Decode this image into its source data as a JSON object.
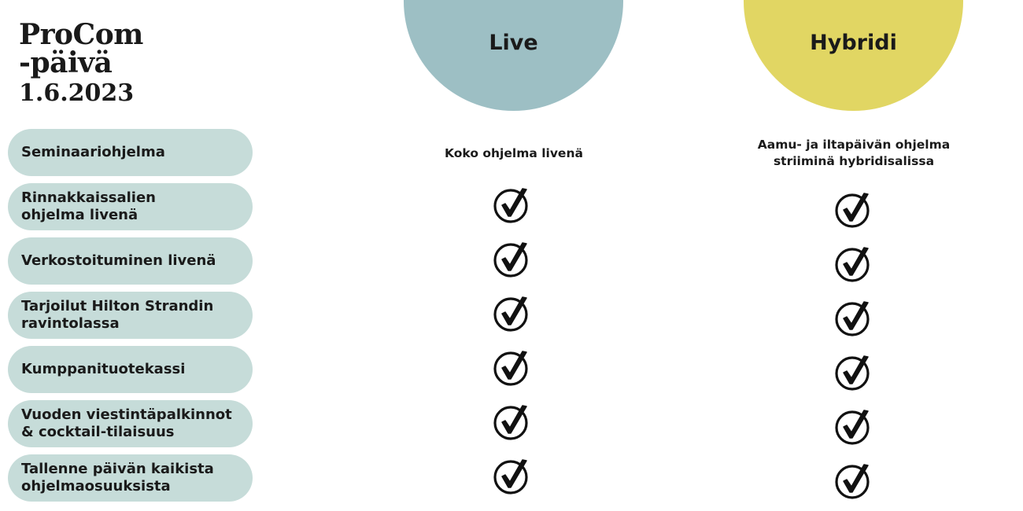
{
  "header": {
    "title_line1": "ProCom",
    "title_line2": "-päivä",
    "title_date": "1.6.2023"
  },
  "columns": [
    {
      "label": "Live",
      "color": "#9dbfc4",
      "seminar_text": "Koko ohjelma livenä"
    },
    {
      "label": "Hybridi",
      "color": "#e1d663",
      "seminar_text": "Aamu- ja iltapäivän ohjelma\nstriiminä hybridisalissa"
    }
  ],
  "rows": [
    {
      "label": "Seminaariohjelma",
      "live": "text",
      "hybrid": "text"
    },
    {
      "label": "Rinnakkaissalien\nohjelma livenä",
      "live": "check",
      "hybrid": "check"
    },
    {
      "label": "Verkostoituminen livenä",
      "live": "check",
      "hybrid": "check"
    },
    {
      "label": "Tarjoilut Hilton Strandin\nravintolassa",
      "live": "check",
      "hybrid": "check"
    },
    {
      "label": "Kumppanituotekassi",
      "live": "check",
      "hybrid": "check"
    },
    {
      "label": "Vuoden viestintäpalkinnot\n& cocktail-tilaisuus",
      "live": "check",
      "hybrid": "check"
    },
    {
      "label": "Tallenne päivän kaikista\nohjelmaosuuksista",
      "live": "check",
      "hybrid": "check"
    }
  ],
  "icons": {
    "check": "check-circle-icon"
  },
  "colors": {
    "row_pill": "#c6dcd9",
    "text": "#1a1a1a"
  }
}
